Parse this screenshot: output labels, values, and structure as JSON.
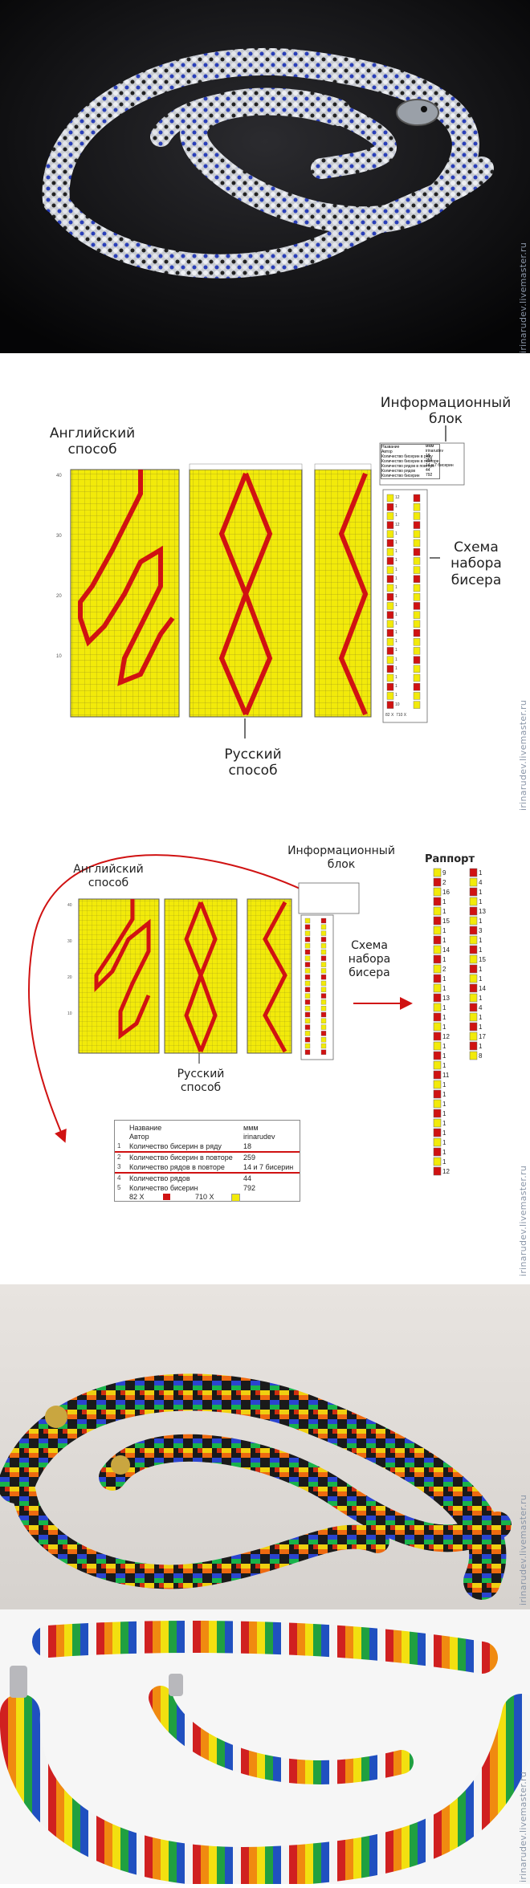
{
  "watermark": "irinarudev.livemaster.ru",
  "diagram1": {
    "label_english": "Английский способ",
    "label_info": "Информационный блок",
    "label_scheme": "Схема набора бисера",
    "label_russian": "Русский способ",
    "ruler_marks": [
      "40",
      "30",
      "20",
      "10"
    ],
    "bead_counts": [
      "12",
      "1",
      "1",
      "12",
      "1",
      "1",
      "1",
      "1",
      "1",
      "1",
      "1",
      "1",
      "1",
      "1",
      "1",
      "1",
      "1",
      "1",
      "1",
      "1",
      "1",
      "1",
      "1",
      "10"
    ],
    "footer": [
      "82 X",
      "710 X"
    ]
  },
  "info": {
    "rows": [
      {
        "k": "Название",
        "v": "ммм"
      },
      {
        "k": "Автор",
        "v": "irinarudev"
      },
      {
        "k": "Количество бисерин в ряду",
        "v": "18"
      },
      {
        "k": "Количество бисерин в повторе",
        "v": "259"
      },
      {
        "k": "Количество рядов в повторе",
        "v": "14 и 7 бисерин"
      },
      {
        "k": "Количество рядов",
        "v": "44"
      },
      {
        "k": "Количество бисерин",
        "v": "792"
      }
    ],
    "footer_red": "82 X",
    "footer_yellow": "710 X",
    "row_numbers": [
      "1",
      "2",
      "3",
      "4",
      "5"
    ]
  },
  "diagram2": {
    "label_english": "Английский способ",
    "label_info": "Информационный блок",
    "label_scheme": "Схема набора бисера",
    "label_russian": "Русский способ",
    "label_rapport": "Раппорт",
    "ruler_marks": [
      "40",
      "30",
      "20",
      "10"
    ],
    "rapport_left": [
      "9",
      "2",
      "16",
      "1",
      "1",
      "15",
      "1",
      "1",
      "14",
      "1",
      "2",
      "1",
      "1",
      "13",
      "1",
      "1",
      "1",
      "12",
      "1",
      "1",
      "1",
      "11",
      "1",
      "1",
      "1",
      "1",
      "1",
      "1",
      "1",
      "1",
      "1",
      "12"
    ],
    "rapport_right": [
      "1",
      "4",
      "1",
      "1",
      "13",
      "1",
      "3",
      "1",
      "1",
      "15",
      "1",
      "1",
      "14",
      "1",
      "4",
      "1",
      "1",
      "17",
      "1",
      "8"
    ]
  },
  "colors": {
    "yellow": "#f2ea0a",
    "red": "#d01212",
    "grid": "#7a7420"
  }
}
